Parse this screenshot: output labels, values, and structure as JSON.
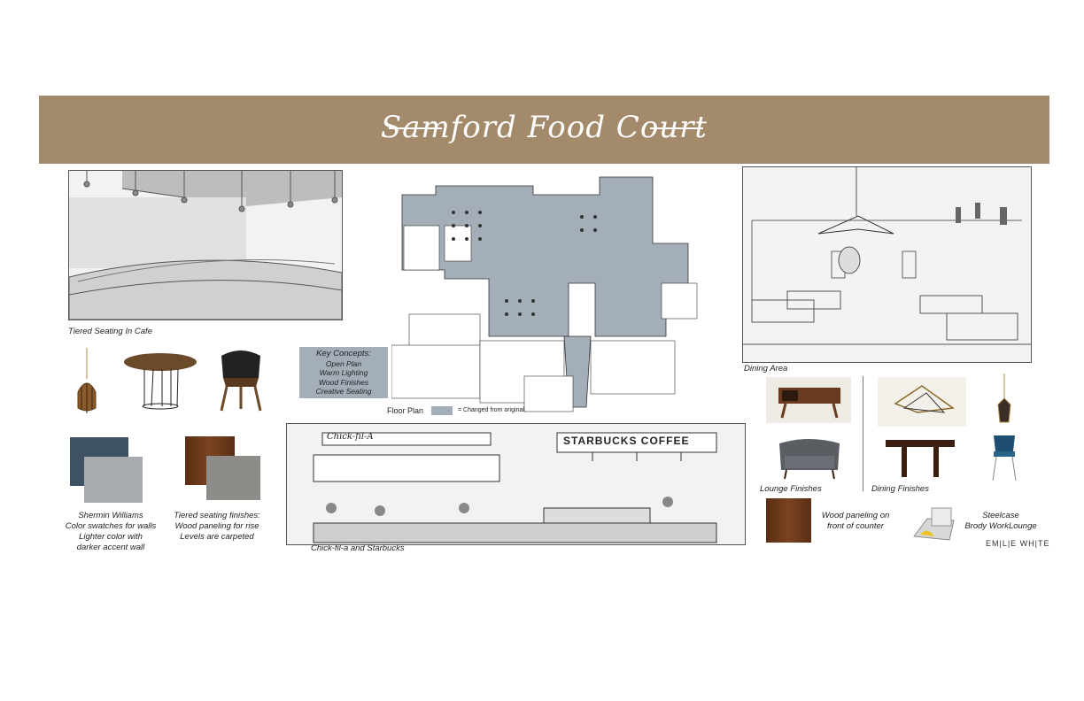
{
  "banner": {
    "title": "Samford Food Court",
    "color": "#a38a6b"
  },
  "captions": {
    "tiered_seating": "Tiered Seating In Cafe",
    "dining_area": "Dining Area",
    "floor_plan": "Floor Plan",
    "changed_from_original": "= Changed from original",
    "chick_starbucks": "Chick-fil-a and Starbucks",
    "lounge_finishes": "Lounge Finishes",
    "dining_finishes": "Dining Finishes",
    "wood_counter_1": "Wood paneling on",
    "wood_counter_2": "front of counter",
    "steelcase_1": "Steelcase",
    "steelcase_2": "Brody WorkLounge",
    "sw_1": "Shermin Williams",
    "sw_2": "Color swatches for walls",
    "sw_3": "Lighter color with",
    "sw_4": "darker accent wall",
    "tiered_1": "Tiered seating finishes:",
    "tiered_2": "Wood paneling for rise",
    "tiered_3": "Levels are carpeted"
  },
  "key_concepts": {
    "title": "Key Concepts:",
    "items": [
      "Open Plan",
      "Warm Lighting",
      "Wood Finishes",
      "Creative Seating"
    ]
  },
  "storefronts": {
    "left": "Chick-fil-A",
    "right": "STARBUCKS COFFEE"
  },
  "logo": "EM|L|E WH|TE",
  "colors": {
    "plan_highlight": "#a3aeb8",
    "accent_wall": "#3e5263",
    "light_wall": "#a7abaf",
    "wood": "#6b3a1e",
    "carpet": "#8d8c88"
  }
}
